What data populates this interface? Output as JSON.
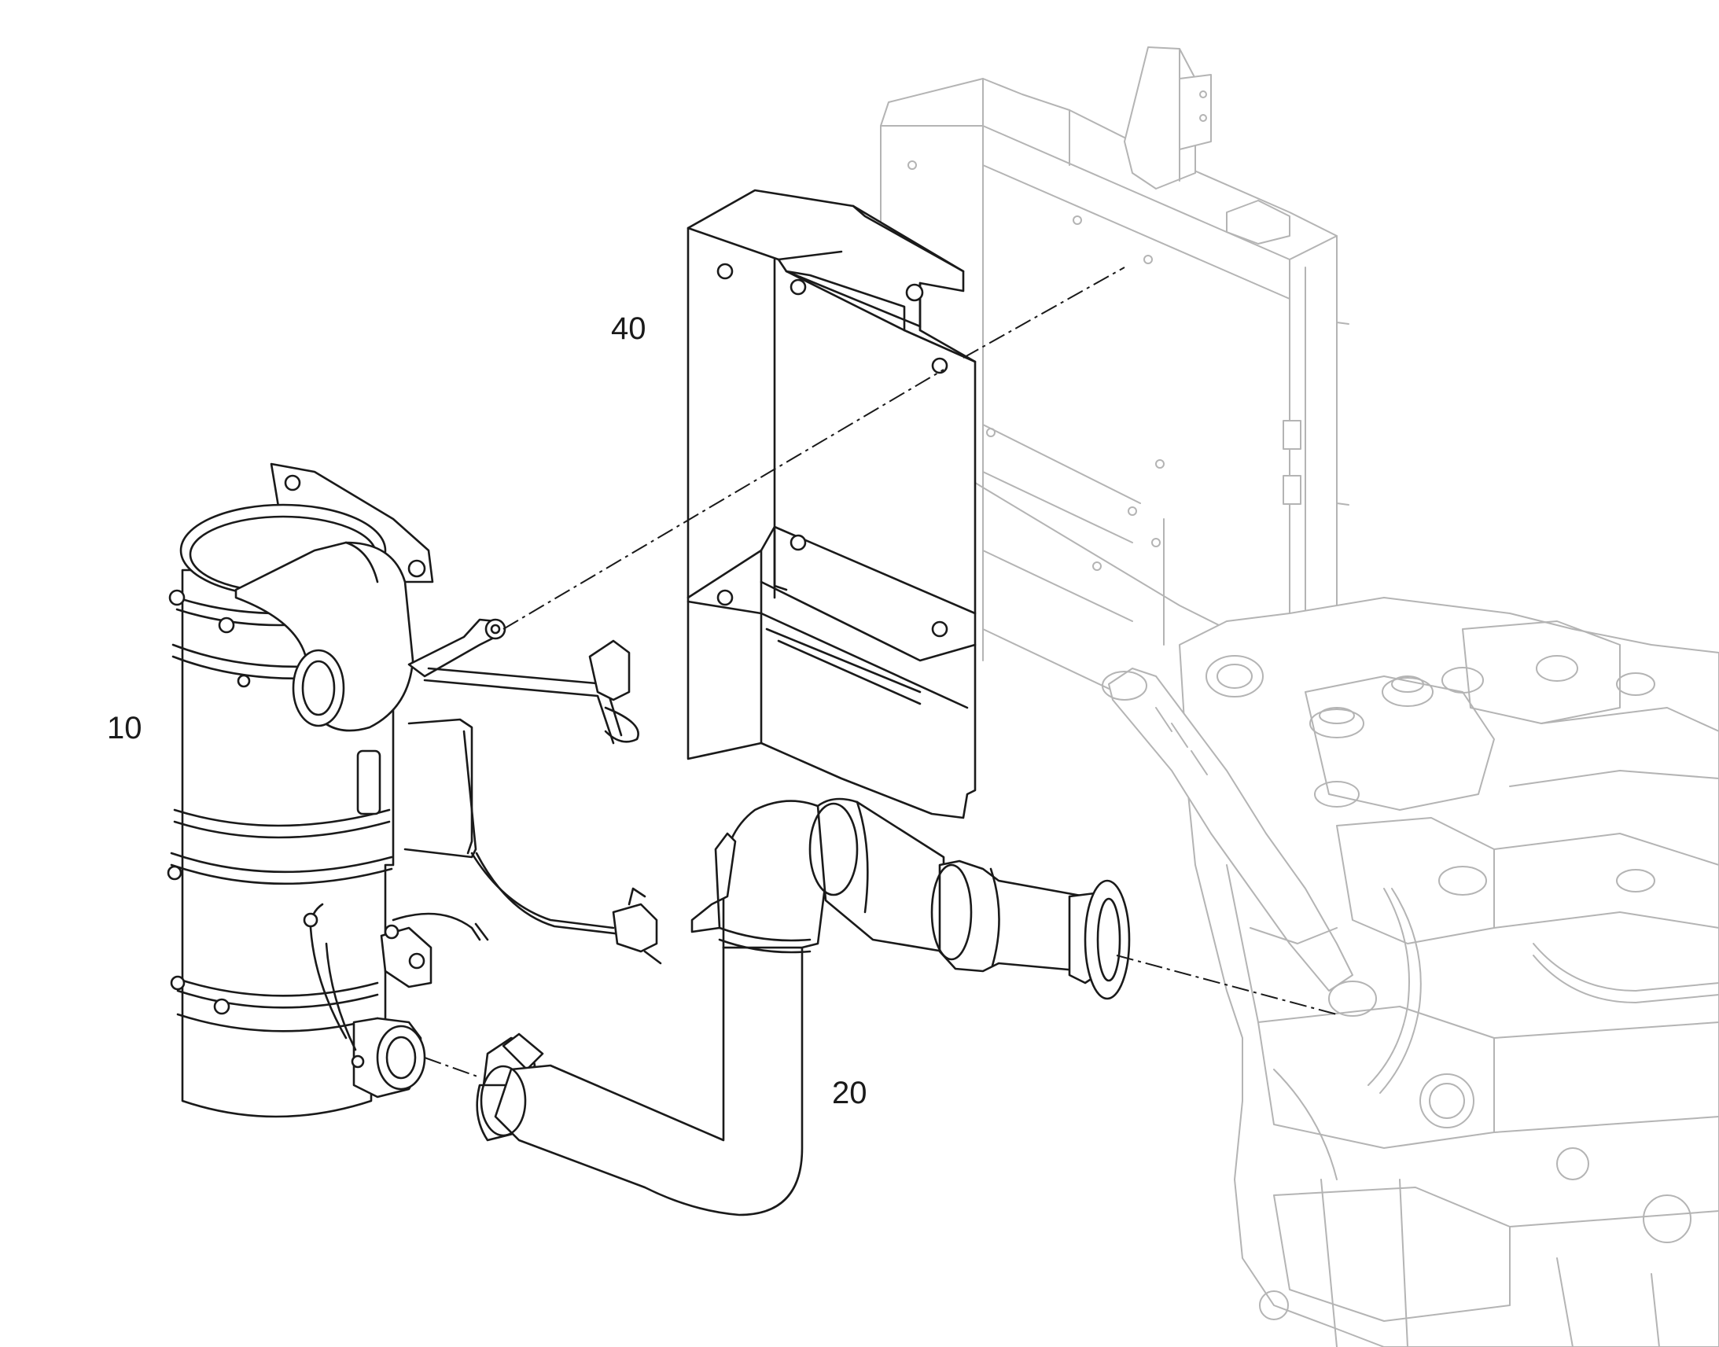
{
  "callouts": {
    "part_10": "10",
    "part_20": "20",
    "part_40": "40"
  },
  "colors": {
    "ink": "#1a1a1a",
    "ghost": "#b4b4b4",
    "background": "#ffffff"
  }
}
